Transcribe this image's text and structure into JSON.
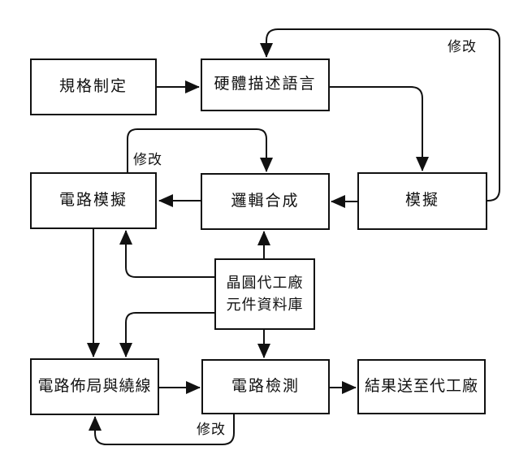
{
  "nodes": [
    {
      "id": "spec",
      "label": "規格制定"
    },
    {
      "id": "hdl",
      "label": "硬體描述語言"
    },
    {
      "id": "circuit-simulation",
      "label": "電路模擬"
    },
    {
      "id": "logic-synthesis",
      "label": "邏輯合成"
    },
    {
      "id": "simulation",
      "label": "模擬"
    },
    {
      "id": "foundry-db",
      "line1": "晶圓代工廠",
      "line2": "元件資料庫"
    },
    {
      "id": "layout-routing",
      "label": "電路佈局與繞線"
    },
    {
      "id": "circuit-test",
      "label": "電路檢測"
    },
    {
      "id": "send-to-foundry",
      "label": "結果送至代工廠"
    }
  ],
  "edge_labels": {
    "top_right": "修改",
    "middle_left": "修改",
    "bottom": "修改"
  },
  "edges": [
    {
      "from": "spec",
      "to": "hdl"
    },
    {
      "from": "simulation",
      "to": "hdl",
      "label": "修改"
    },
    {
      "from": "hdl",
      "to": "simulation"
    },
    {
      "from": "simulation",
      "to": "logic-synthesis"
    },
    {
      "from": "circuit-simulation",
      "to": "logic-synthesis",
      "label": "修改"
    },
    {
      "from": "logic-synthesis",
      "to": "circuit-simulation"
    },
    {
      "from": "foundry-db",
      "to": "logic-synthesis"
    },
    {
      "from": "foundry-db",
      "to": "circuit-simulation"
    },
    {
      "from": "foundry-db",
      "to": "layout-routing"
    },
    {
      "from": "foundry-db",
      "to": "circuit-test"
    },
    {
      "from": "circuit-simulation",
      "to": "layout-routing"
    },
    {
      "from": "layout-routing",
      "to": "circuit-test"
    },
    {
      "from": "circuit-test",
      "to": "send-to-foundry"
    },
    {
      "from": "circuit-test",
      "to": "layout-routing",
      "label": "修改"
    }
  ],
  "colors": {
    "line": "#111111",
    "box_border": "#111111",
    "background": "#ffffff",
    "text": "#111111"
  }
}
